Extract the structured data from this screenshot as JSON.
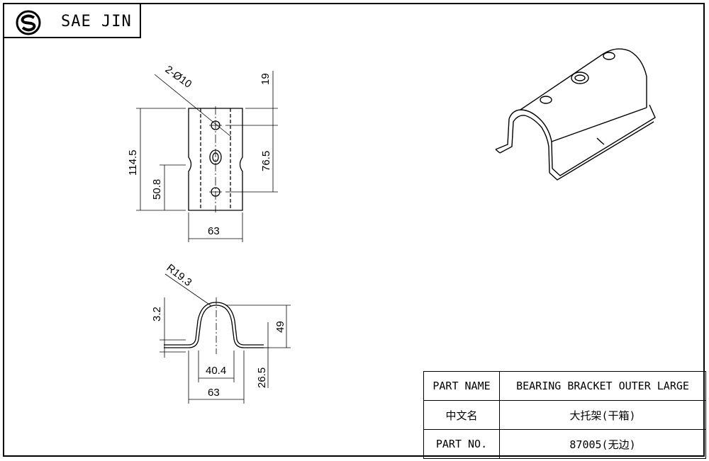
{
  "brand": {
    "name": "SAE JIN",
    "logo_icon": "sae-jin-logo-icon"
  },
  "dimensions": {
    "holes": "2-Ø10",
    "top_offset": "19",
    "height_total": "114.5",
    "hole_spacing": "76.5",
    "bottom_offset": "50.8",
    "width_top": "63",
    "radius": "R19.3",
    "thickness": "3.2",
    "height_profile": "49",
    "inner_width": "40.4",
    "flange_height": "26.5",
    "width_bottom": "63"
  },
  "title_block": {
    "rows": [
      {
        "key": "PART NAME",
        "value": "BEARING BRACKET OUTER LARGE"
      },
      {
        "key": "中文名",
        "value": "大托架(干箱)"
      },
      {
        "key": "PART NO.",
        "value": "87005(无边)"
      }
    ]
  }
}
